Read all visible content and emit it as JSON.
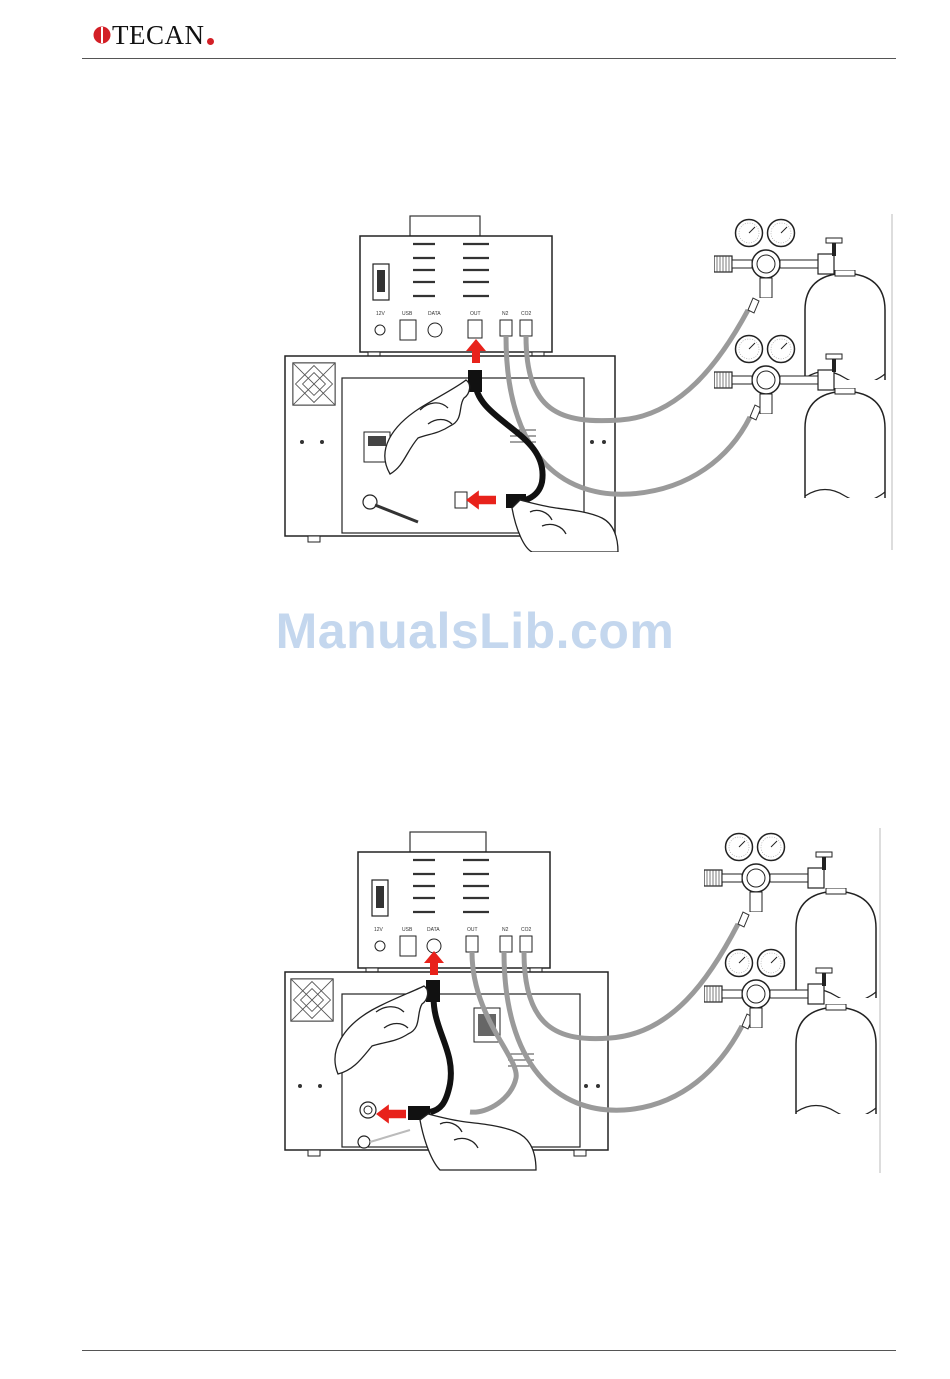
{
  "header": {
    "logo_text": "TECAN",
    "brand_color": "#d31f26"
  },
  "watermark": {
    "text": "ManualsLib.com",
    "color": "#c4d7ee"
  },
  "figure_1": {
    "port_labels": [
      "12V",
      "USB",
      "DATA",
      "OUT",
      "N2",
      "CO2"
    ],
    "arrow_color": "#e8221b",
    "hose_color": "#9a9a9a"
  },
  "figure_2": {
    "port_labels": [
      "12V",
      "USB",
      "DATA",
      "OUT",
      "N2",
      "CO2"
    ],
    "arrow_color": "#e8221b",
    "hose_color": "#9a9a9a"
  }
}
